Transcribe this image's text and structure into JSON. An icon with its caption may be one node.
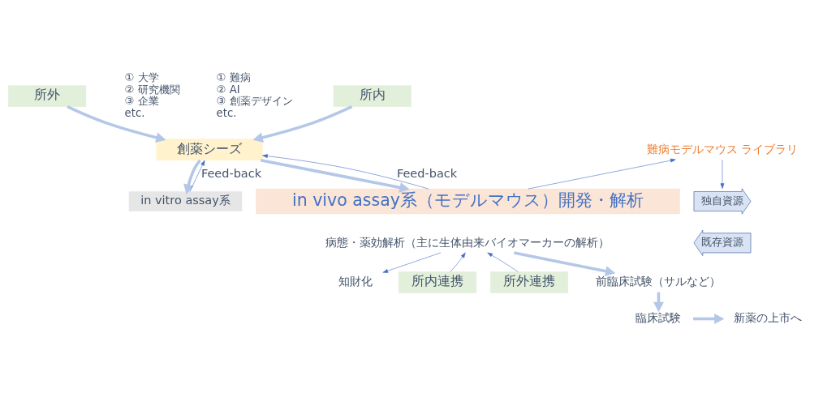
{
  "diagram": {
    "nodes": [
      {
        "text": [
          "所内"
        ],
        "beside": [
          "① 難病",
          "② AI",
          "③ 創薬デザイン",
          "etc."
        ]
      },
      {
        "text": [
          "所外"
        ],
        "beside": [
          "① 大学",
          "② 研究機関",
          "③ 企業",
          "etc."
        ]
      },
      {
        "text": [
          "創薬シーズ"
        ]
      },
      {
        "text": [
          "in vitro assay系"
        ]
      },
      {
        "text": [
          "in vivo assay系（モデルマウス）開発・解析"
        ]
      },
      {
        "text": [
          "難病モデルマウス ライブラリ"
        ]
      },
      {
        "text": [
          "独自資源"
        ]
      },
      {
        "text": [
          "既存資源"
        ]
      },
      {
        "text": [
          "病態・薬効解析（主に生体由来バイオマーカーの解析）"
        ]
      },
      {
        "text": [
          "知財化"
        ]
      },
      {
        "text": [
          "所内連携"
        ]
      },
      {
        "text": [
          "所外連携"
        ]
      },
      {
        "text": [
          "前臨床試験（サルなど）"
        ]
      },
      {
        "text": [
          "臨床試験"
        ]
      },
      {
        "text": [
          "新薬の上市へ"
        ]
      }
    ],
    "edges": [
      {
        "from": 0,
        "to": 2,
        "arrow": "to",
        "style": "thick",
        "color": "#b4c7e7"
      },
      {
        "from": 1,
        "to": 2,
        "arrow": "to",
        "style": "thick",
        "color": "#b4c7e7"
      },
      {
        "from": 2,
        "to": 4,
        "arrow": "to",
        "style": "thick",
        "color": "#b4c7e7"
      },
      {
        "from": 2,
        "to": 3,
        "arrow": "to",
        "style": "thick",
        "color": "#b4c7e7"
      },
      {
        "from": 4,
        "to": 2,
        "arrow": "to",
        "label": "Feed-back",
        "color": "#4472c4"
      },
      {
        "from": 3,
        "to": 2,
        "arrow": "to",
        "label": "Feed-back",
        "color": "#4472c4"
      },
      {
        "from": 4,
        "to": 5,
        "arrow": "to",
        "color": "#4472c4"
      },
      {
        "from": 5,
        "to": 6,
        "arrow": "to",
        "color": "#4472c4"
      },
      {
        "from": 10,
        "to": 8,
        "arrow": "to",
        "color": "#4472c4"
      },
      {
        "from": 11,
        "to": 8,
        "arrow": "to",
        "color": "#4472c4"
      },
      {
        "from": 8,
        "to": 12,
        "arrow": "to",
        "style": "thick",
        "color": "#b4c7e7"
      },
      {
        "from": 8,
        "to": 9,
        "arrow": "to",
        "color": "#4472c4"
      },
      {
        "from": 12,
        "to": 13,
        "arrow": "to",
        "style": "thick",
        "color": "#b4c7e7"
      },
      {
        "from": 13,
        "to": 14,
        "arrow": "to",
        "style": "thick",
        "color": "#b4c7e7"
      }
    ]
  }
}
